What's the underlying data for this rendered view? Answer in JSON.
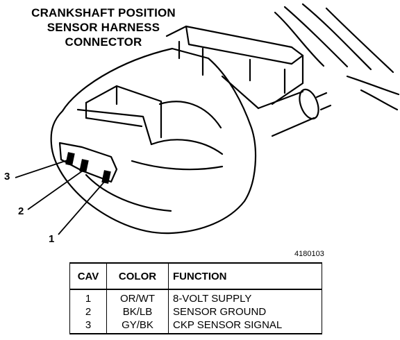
{
  "title": {
    "line1": "CRANKSHAFT POSITION",
    "line2": "SENSOR HARNESS",
    "line3": "CONNECTOR"
  },
  "callouts": [
    "3",
    "2",
    "1"
  ],
  "figure_id": "4180103",
  "table": {
    "headers": [
      "CAV",
      "COLOR",
      "FUNCTION"
    ],
    "rows": [
      {
        "cav": "1",
        "color": "OR/WT",
        "function": "8-VOLT SUPPLY"
      },
      {
        "cav": "2",
        "color": "BK/LB",
        "function": "SENSOR GROUND"
      },
      {
        "cav": "3",
        "color": "GY/BK",
        "function": "CKP SENSOR SIGNAL"
      }
    ]
  }
}
